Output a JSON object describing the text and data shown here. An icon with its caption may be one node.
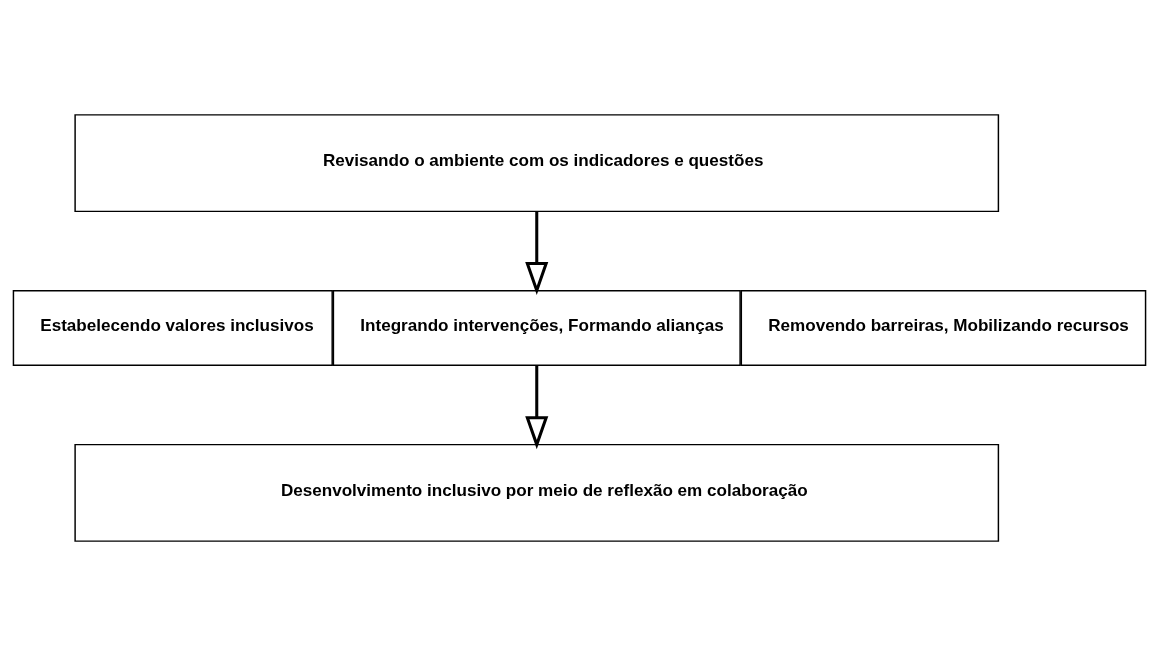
{
  "diagram": {
    "nodes": [
      {
        "text": [
          "Revisando o ambiente com os indicadores e questões"
        ]
      },
      {
        "text": [
          "Estabelecendo valores inclusivos"
        ]
      },
      {
        "text": [
          "Integrando intervenções, Formando alianças"
        ]
      },
      {
        "text": [
          "Removendo barreiras, Mobilizando recursos"
        ]
      },
      {
        "text": [
          "Desenvolvimento inclusivo por meio de reflexão em colaboração"
        ]
      }
    ],
    "edges": [
      {
        "from": 0,
        "to": 2,
        "arrow": "to"
      },
      {
        "from": 2,
        "to": 4,
        "arrow": "to"
      }
    ]
  }
}
